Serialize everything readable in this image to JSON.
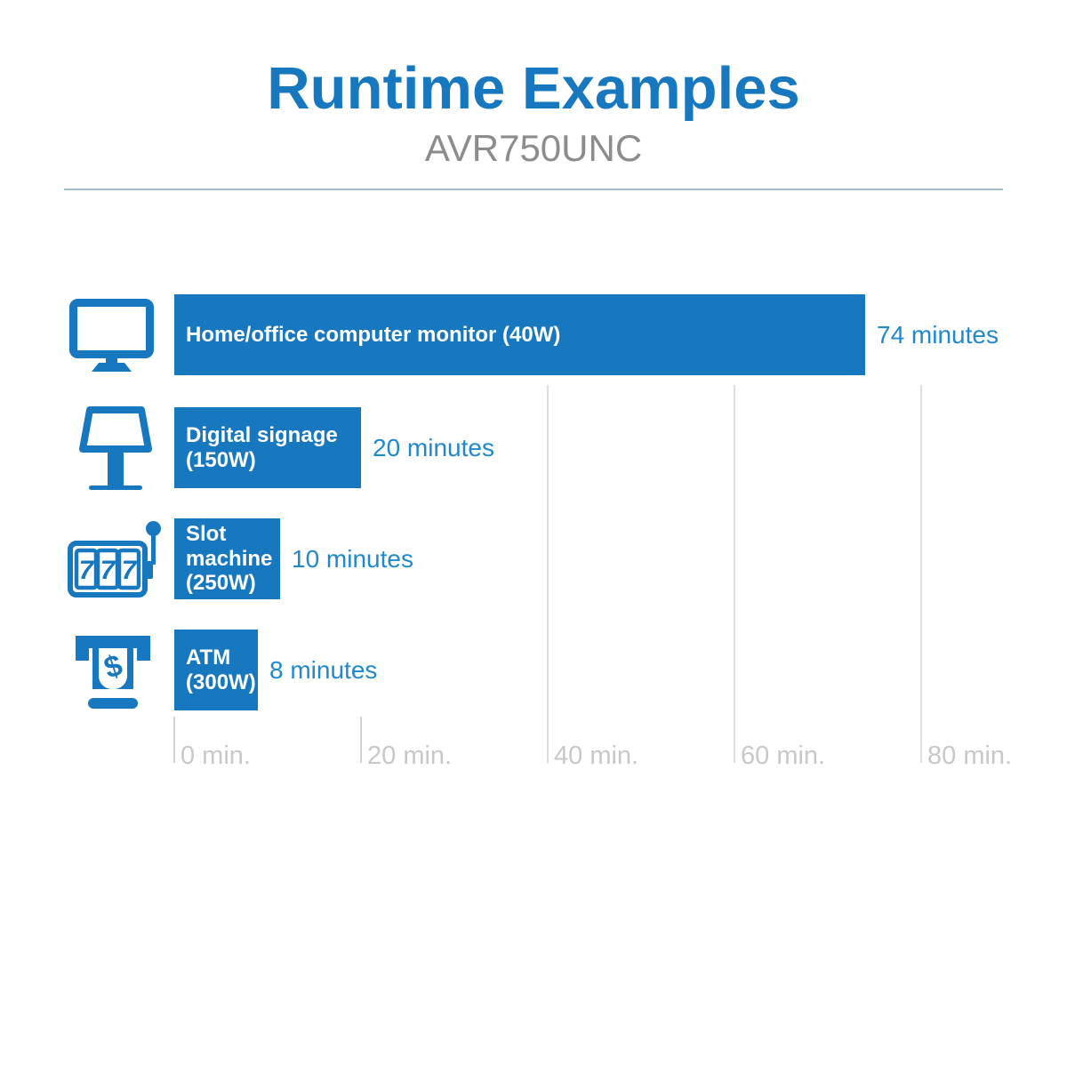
{
  "header": {
    "title": "Runtime Examples",
    "subtitle": "AVR750UNC"
  },
  "colors": {
    "brand_blue": "#1878BF",
    "value_text_blue": "#2089CE",
    "bar_text": "#FFFFFF",
    "subtitle_gray": "#8A8C8E",
    "axis_label_gray": "#C6C8CA",
    "gridline_gray": "#DEDEDE",
    "tick_gray": "#D2D2D2",
    "divider_blue_gray": "#A2BDCD"
  },
  "chart_data": {
    "type": "bar",
    "orientation": "horizontal",
    "title": "Runtime Examples",
    "subtitle": "AVR750UNC",
    "categories": [
      "Home/office computer monitor (40W)",
      "Digital signage (150W)",
      "Slot machine (250W)",
      "ATM (300W)"
    ],
    "values": [
      74,
      20,
      10,
      8
    ],
    "value_labels": [
      "74 minutes",
      "20 minutes",
      "10 minutes",
      "8 minutes"
    ],
    "units": "minutes",
    "xlim": [
      0,
      80
    ],
    "x_tick_values": [
      0,
      20,
      40,
      60,
      80
    ],
    "x_tick_labels": [
      "0 min.",
      "20 min.",
      "40 min.",
      "60 min.",
      "80 min."
    ],
    "gridlines_full_height_at": [
      40,
      60,
      80
    ],
    "legend": "none",
    "icons": [
      "computer-monitor-icon",
      "digital-signage-icon",
      "slot-machine-icon",
      "atm-icon"
    ],
    "slot_machine_digits": [
      "7",
      "7",
      "7"
    ],
    "atm_currency_symbol": "$"
  }
}
